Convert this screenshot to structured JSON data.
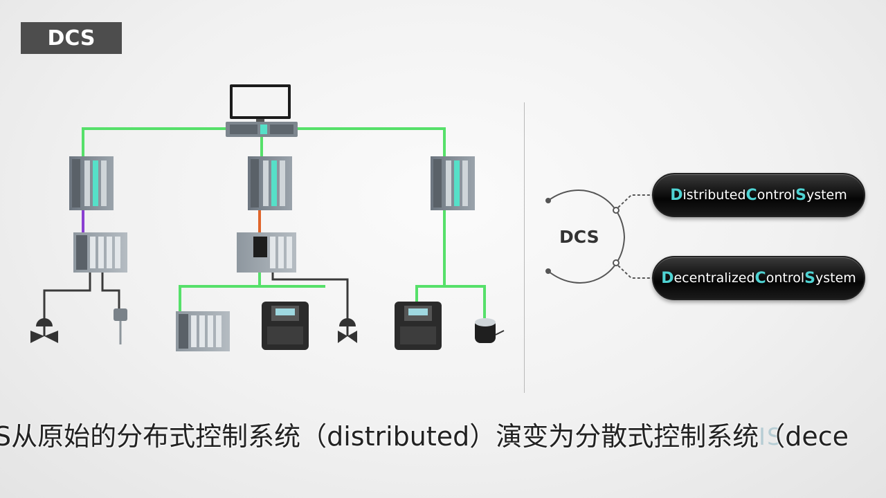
{
  "header": {
    "title": "DCS"
  },
  "acronym": {
    "center_label": "DCS",
    "option1": {
      "h1": "D",
      "t1": "istributed ",
      "h2": "C",
      "t2": "ontrol ",
      "h3": "S",
      "t3": "ystem"
    },
    "option2": {
      "h1": "D",
      "t1": "ecentralized ",
      "h2": "C",
      "t2": "ontrol ",
      "h3": "S",
      "t3": "ystem"
    }
  },
  "subtitle": "S从原始的分布式控制系统（distributed）演变为分散式控制系统（dece",
  "watermark": "IS",
  "colors": {
    "network": "#56e06a",
    "profibus": "#8a3fd1",
    "orange": "#e0652a",
    "cable": "#3a3a3a",
    "accent": "#4fd3d3"
  }
}
